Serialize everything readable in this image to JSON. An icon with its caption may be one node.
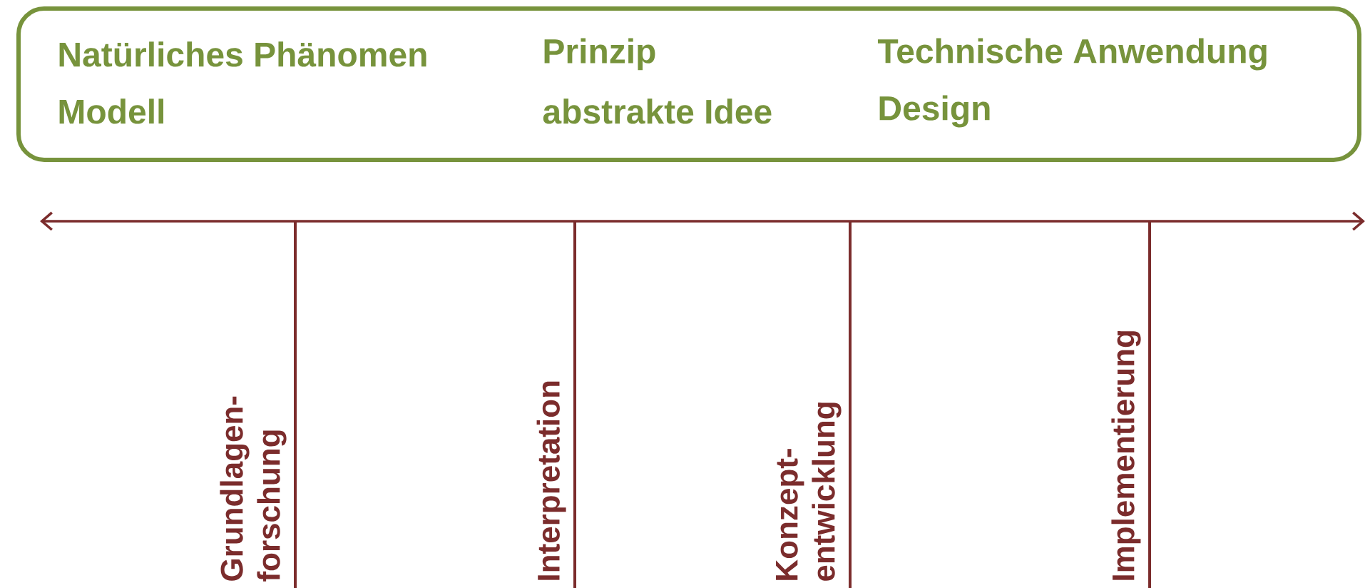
{
  "diagram": {
    "nodes": [
      {
        "text": [
          "Natürliches Phänomen",
          "Modell",
          "Prinzip",
          "abstrakte Idee",
          "Technische Anwendung",
          "Design"
        ]
      }
    ],
    "labels": [
      "Grundlagen- forschung",
      "Interpretation",
      "Konzept- entwicklung",
      "Implementierung"
    ]
  }
}
